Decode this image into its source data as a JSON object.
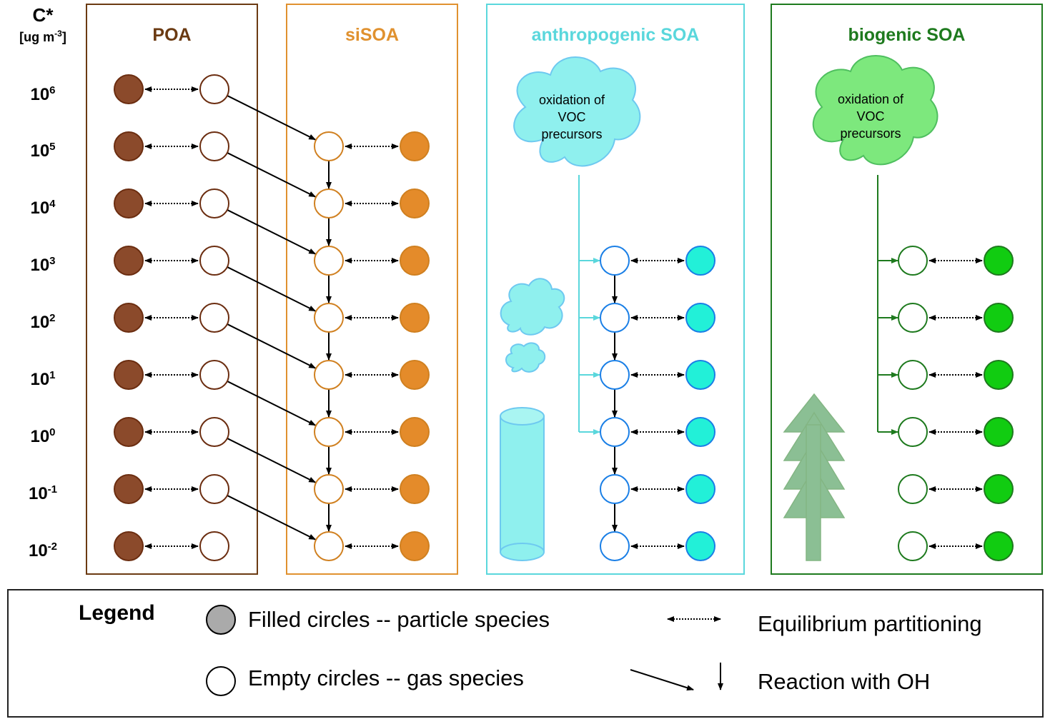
{
  "axis": {
    "symbol": "C*",
    "unit_prefix": "[ug m",
    "unit_exp": "-3",
    "unit_suffix": "]",
    "levels": [
      {
        "base": "10",
        "exp": "6"
      },
      {
        "base": "10",
        "exp": "5"
      },
      {
        "base": "10",
        "exp": "4"
      },
      {
        "base": "10",
        "exp": "3"
      },
      {
        "base": "10",
        "exp": "2"
      },
      {
        "base": "10",
        "exp": "1"
      },
      {
        "base": "10",
        "exp": "0"
      },
      {
        "base": "10",
        "exp": "-1"
      },
      {
        "base": "10",
        "exp": "-2"
      }
    ]
  },
  "panels": {
    "poa": {
      "title": "POA",
      "color": "#6b3a12",
      "particle_fill": "#8b4a2b",
      "gas_stroke": "#6b2d10"
    },
    "sisoa": {
      "title": "siSOA",
      "color": "#e0912f",
      "particle_fill": "#e48b2a",
      "gas_stroke": "#d08020"
    },
    "anthropogenic": {
      "title": "anthropogenic SOA",
      "color": "#5ad7dc",
      "particle_fill": "#22f0d8",
      "gas_stroke": "#1a7fe6",
      "cloud_text": [
        "oxidation of",
        "VOC",
        "precursors"
      ]
    },
    "biogenic": {
      "title": "biogenic SOA",
      "color": "#1e7a1e",
      "particle_fill": "#11cc11",
      "gas_stroke": "#1e7a1e",
      "cloud_text": [
        "oxidation of",
        "VOC",
        "precursors"
      ]
    }
  },
  "legend": {
    "title": "Legend",
    "filled": "Filled circles -- particle species",
    "empty": "Empty circles -- gas species",
    "equilibrium": "Equilibrium partitioning",
    "reaction": "Reaction with OH"
  }
}
